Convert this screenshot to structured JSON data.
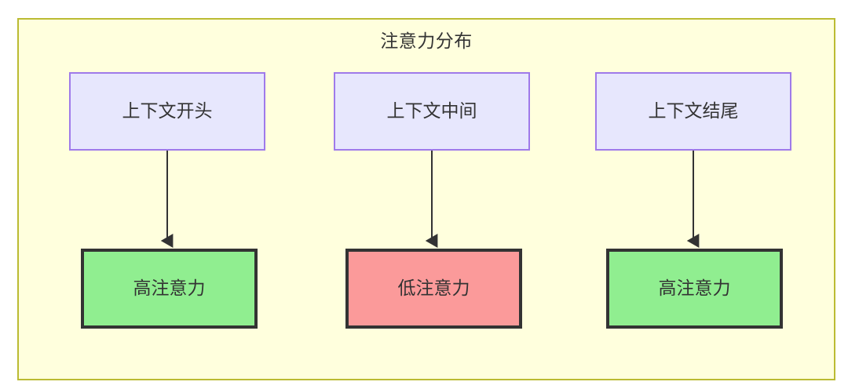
{
  "diagram": {
    "title": "注意力分布",
    "container": {
      "fill": "#ffffdd",
      "stroke": "#bbbb33"
    },
    "nodes": {
      "context": [
        {
          "id": "ctx-start",
          "label": "上下文开头",
          "fill": "#e7e7fd",
          "stroke": "#9f7aea"
        },
        {
          "id": "ctx-middle",
          "label": "上下文中间",
          "fill": "#e7e7fd",
          "stroke": "#9f7aea"
        },
        {
          "id": "ctx-end",
          "label": "上下文结尾",
          "fill": "#e7e7fd",
          "stroke": "#9f7aea"
        }
      ],
      "attention": [
        {
          "id": "attn-start",
          "label": "高注意力",
          "fill": "#90ee90",
          "stroke": "#333333",
          "level": "high"
        },
        {
          "id": "attn-middle",
          "label": "低注意力",
          "fill": "#fb9a9a",
          "stroke": "#333333",
          "level": "low"
        },
        {
          "id": "attn-end",
          "label": "高注意力",
          "fill": "#90ee90",
          "stroke": "#333333",
          "level": "high"
        }
      ]
    },
    "edges": [
      {
        "from": "ctx-start",
        "to": "attn-start",
        "label": ""
      },
      {
        "from": "ctx-middle",
        "to": "attn-middle",
        "label": ""
      },
      {
        "from": "ctx-end",
        "to": "attn-end",
        "label": ""
      }
    ],
    "edge_color": "#333333"
  }
}
